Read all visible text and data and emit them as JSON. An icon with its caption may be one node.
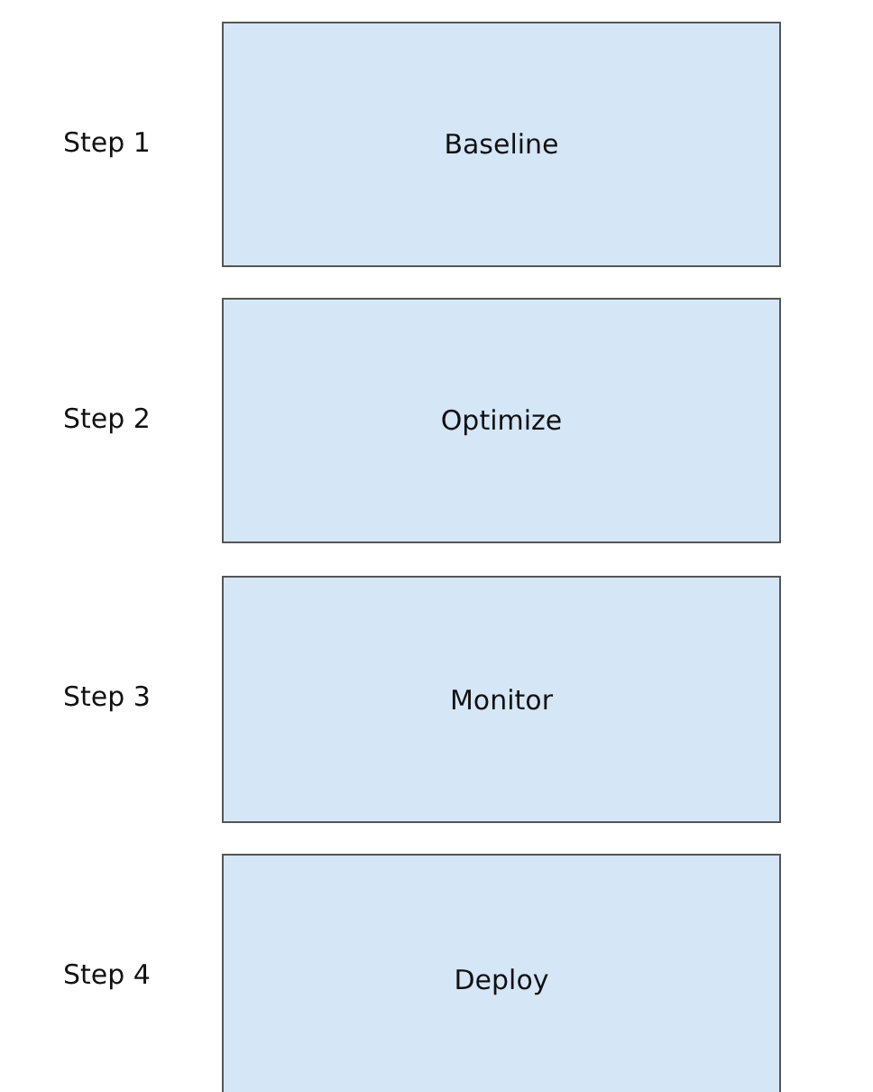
{
  "diagram": {
    "nodes": [
      {
        "text": [
          "Baseline"
        ],
        "beside": [
          "Step 1"
        ]
      },
      {
        "text": [
          "Optimize"
        ],
        "beside": [
          "Step 2"
        ]
      },
      {
        "text": [
          "Monitor"
        ],
        "beside": [
          "Step 3"
        ]
      },
      {
        "text": [
          "Deploy"
        ],
        "beside": [
          "Step 4"
        ]
      }
    ]
  }
}
